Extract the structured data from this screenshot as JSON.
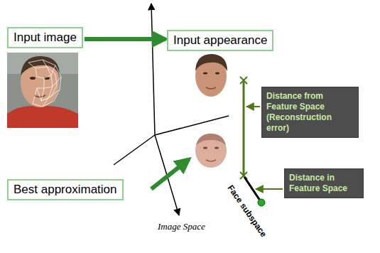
{
  "diagram": {
    "nodes": [
      {
        "text": [
          "Input image"
        ]
      },
      {
        "text": [
          "Input appearance"
        ]
      },
      {
        "text": [
          "Distance from Feature Space (Reconstruction error)"
        ]
      },
      {
        "text": [
          "Best approximation"
        ]
      },
      {
        "text": [
          "Distance in Feature Space"
        ]
      },
      {
        "text": [
          "Face subspace"
        ]
      }
    ],
    "edges": [
      {
        "from": 0,
        "to": 1,
        "arrow": "to"
      }
    ],
    "labels": [
      "Image Space"
    ]
  }
}
